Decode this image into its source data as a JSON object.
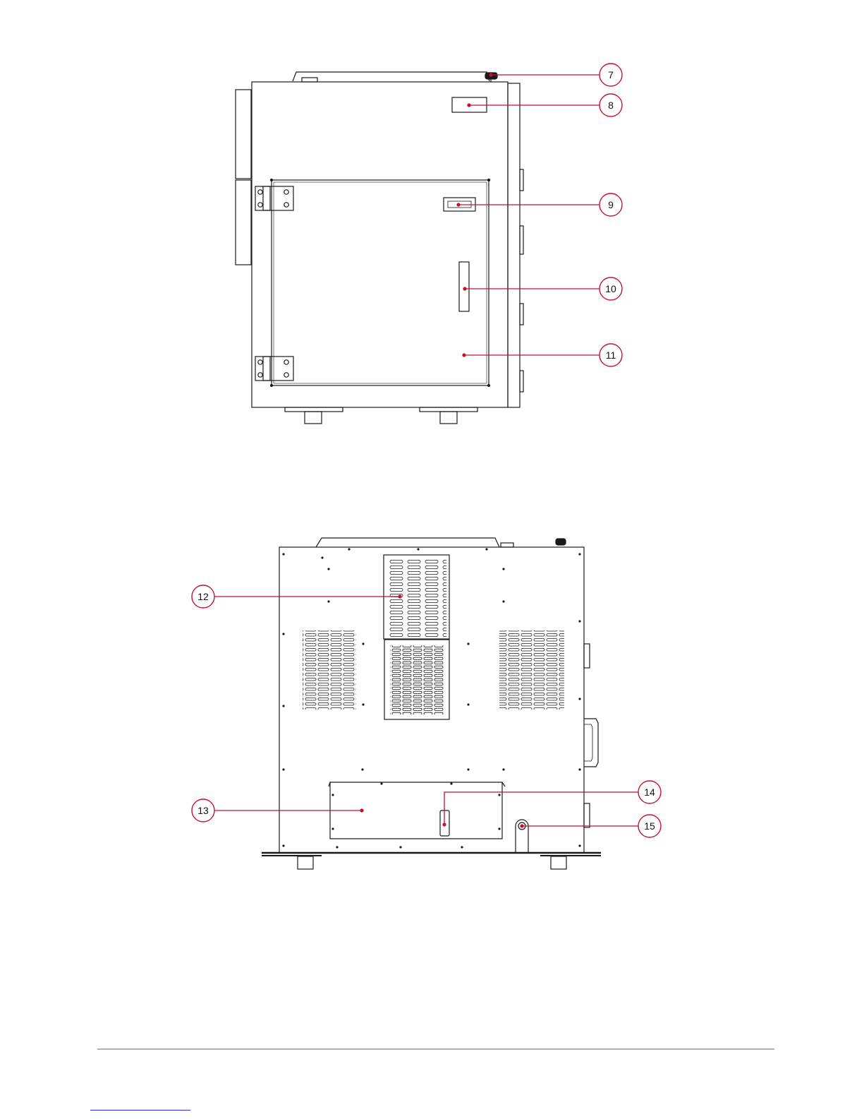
{
  "diagram": {
    "accent_color": "#c8102e",
    "line_color": "#1a1a1a",
    "callouts": [
      {
        "label": "7"
      },
      {
        "label": "8"
      },
      {
        "label": "9"
      },
      {
        "label": "10"
      },
      {
        "label": "11"
      },
      {
        "label": "12"
      },
      {
        "label": "13"
      },
      {
        "label": "14"
      },
      {
        "label": "15"
      }
    ]
  }
}
